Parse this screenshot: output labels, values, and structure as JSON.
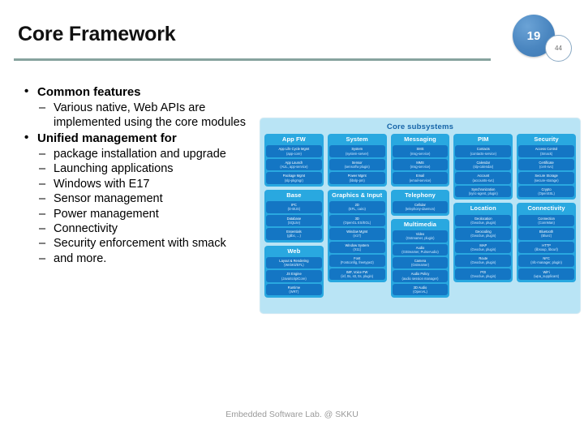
{
  "slide": {
    "title": "Core Framework",
    "badge_number": "19",
    "badge_total": "44",
    "footer": "Embedded Software Lab. @ SKKU"
  },
  "bullets": [
    {
      "level": 1,
      "marker": "•",
      "text": "Common features"
    },
    {
      "level": 2,
      "marker": "–",
      "text": "Various native, Web APIs are implemented using the core modules"
    },
    {
      "level": 1,
      "marker": "•",
      "text": "Unified management for"
    },
    {
      "level": 2,
      "marker": "–",
      "text": "package installation and upgrade"
    },
    {
      "level": 2,
      "marker": "–",
      "text": "Launching applications"
    },
    {
      "level": 2,
      "marker": "–",
      "text": "Windows with E17"
    },
    {
      "level": 2,
      "marker": "–",
      "text": "Sensor management"
    },
    {
      "level": 2,
      "marker": "–",
      "text": "Power management"
    },
    {
      "level": 2,
      "marker": "–",
      "text": "Connectivity"
    },
    {
      "level": 2,
      "marker": "–",
      "text": "Security enforcement with smack"
    },
    {
      "level": 2,
      "marker": "–",
      "text": "and more."
    }
  ],
  "diagram": {
    "title": "Core subsystems",
    "colors": {
      "panel_bg": "#b9e4f5",
      "group_bg": "#29a8e0",
      "cell_bg": "#1476c4",
      "title_color": "#1664a8"
    },
    "columns": [
      {
        "groups": [
          {
            "name": "App FW",
            "cells": [
              {
                "name": "App Life Cycle Mgmt",
                "sub": "(app-core)"
              },
              {
                "name": "App Launch",
                "sub": "(AUL, app-service)"
              },
              {
                "name": "Package Mgmt",
                "sub": "(slp-pkgmgr)"
              }
            ]
          },
          {
            "name": "Base",
            "cells": [
              {
                "name": "IPC",
                "sub": "(D-BUS)"
              },
              {
                "name": "Database",
                "sub": "(SQLite)"
              },
              {
                "name": "Essentials",
                "sub": "(glibc, ...)"
              }
            ]
          },
          {
            "name": "Web",
            "cells": [
              {
                "name": "Layout & Rendering",
                "sub": "(WebKit/EFL)"
              },
              {
                "name": "JS Engine",
                "sub": "(JavaScriptCore)"
              },
              {
                "name": "Runtime",
                "sub": "(WRT)"
              }
            ]
          }
        ]
      },
      {
        "groups": [
          {
            "name": "System",
            "cells": [
              {
                "name": "System",
                "sub": "(system-server)"
              },
              {
                "name": "Sensor",
                "sub": "(sensorfw plugin)"
              },
              {
                "name": "Power Mgmt",
                "sub": "(libslp-pm)"
              }
            ]
          },
          {
            "name": "Graphics & Input",
            "cells": [
              {
                "name": "2D",
                "sub": "(EFL, cairo)"
              },
              {
                "name": "3D",
                "sub": "(OpenGL ES/EGL)"
              },
              {
                "name": "Window Mgmt",
                "sub": "(e17)"
              },
              {
                "name": "Window System",
                "sub": "(X11)"
              },
              {
                "name": "Font",
                "sub": "(Fontconfig, freetype2)"
              },
              {
                "name": "IMF, Voice FW",
                "sub": "(isf, tts, stt, tts, plugin)"
              }
            ]
          }
        ]
      },
      {
        "groups": [
          {
            "name": "Messaging",
            "cells": [
              {
                "name": "SMS",
                "sub": "(msg-service)"
              },
              {
                "name": "MMS",
                "sub": "(msg-service)"
              },
              {
                "name": "Email",
                "sub": "(email-service)"
              }
            ]
          },
          {
            "name": "Telephony",
            "cells": [
              {
                "name": "Cellular",
                "sub": "(telephony-daemon)"
              }
            ]
          },
          {
            "name": "Multimedia",
            "cells": [
              {
                "name": "Video",
                "sub": "(Gstreamer, plugin)"
              },
              {
                "name": "Audio",
                "sub": "(GStreamer, PulseAudio)"
              },
              {
                "name": "Camera",
                "sub": "(Gstreamer)"
              },
              {
                "name": "Audio Policy",
                "sub": "(audio session manager)"
              },
              {
                "name": "3D Audio",
                "sub": "(OpenAL)"
              }
            ]
          }
        ]
      },
      {
        "groups": [
          {
            "name": "PIM",
            "cells": [
              {
                "name": "Contacts",
                "sub": "(contacts-service)"
              },
              {
                "name": "Calendar",
                "sub": "(slp-calendar)"
              },
              {
                "name": "Account",
                "sub": "(accounts-svc)"
              },
              {
                "name": "Synchronization",
                "sub": "(sync-agent, plugin)"
              }
            ]
          },
          {
            "name": "Location",
            "cells": [
              {
                "name": "Geolocation",
                "sub": "(Geoclue, plugin)"
              },
              {
                "name": "Geocoding",
                "sub": "(Geoclue, plugin)"
              },
              {
                "name": "MAP",
                "sub": "(Geoclue, plugin)"
              },
              {
                "name": "Route",
                "sub": "(Geoclue, plugin)"
              },
              {
                "name": "POI",
                "sub": "(Geoclue, plugin)"
              }
            ]
          }
        ]
      },
      {
        "groups": [
          {
            "name": "Security",
            "cells": [
              {
                "name": "Access Control",
                "sub": "(Smack)"
              },
              {
                "name": "Certificate",
                "sub": "(cert-svc)"
              },
              {
                "name": "Secure Storage",
                "sub": "(secure-storage)"
              },
              {
                "name": "Crypto",
                "sub": "(OpenSSL)"
              }
            ]
          },
          {
            "name": "Connectivity",
            "cells": [
              {
                "name": "Connection",
                "sub": "(ConnMan)"
              },
              {
                "name": "Bluetooth",
                "sub": "(Bluez)"
              },
              {
                "name": "HTTP",
                "sub": "(libsoup, libcurl)"
              },
              {
                "name": "NFC",
                "sub": "(nfc-manager, plugin)"
              },
              {
                "name": "WiFi",
                "sub": "(wpa_supplicant)"
              }
            ]
          }
        ]
      }
    ]
  }
}
